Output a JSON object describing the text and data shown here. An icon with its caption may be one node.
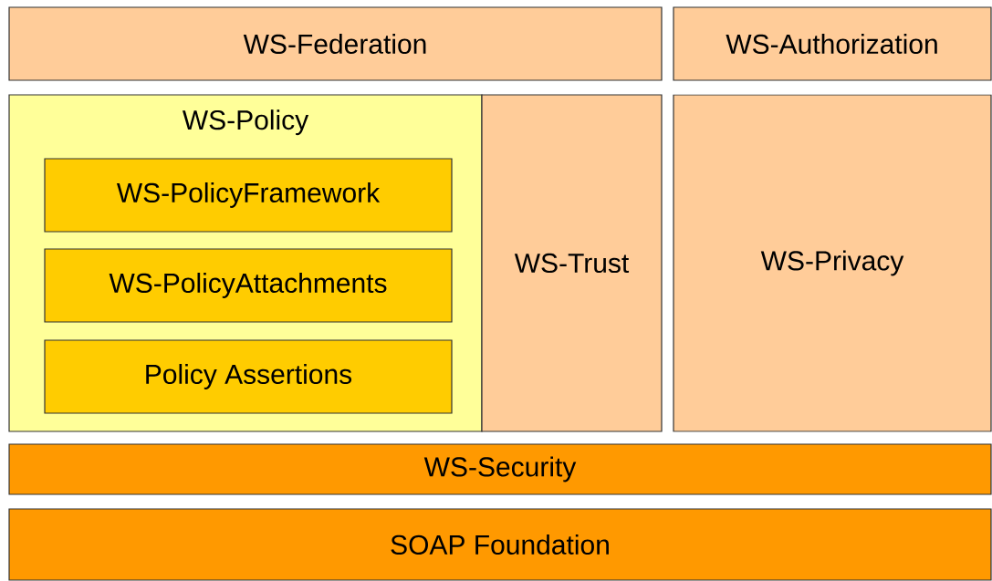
{
  "diagram": {
    "nodes": [
      {
        "text": [
          "WS-Federation"
        ]
      },
      {
        "text": [
          "WS-Authorization"
        ]
      },
      {
        "text": [
          "WS-Policy"
        ]
      },
      {
        "text": [
          "WS-PolicyFramework"
        ],
        "in": 2
      },
      {
        "text": [
          "WS-PolicyAttachments"
        ],
        "in": 2
      },
      {
        "text": [
          "Policy Assertions"
        ],
        "in": 2
      },
      {
        "text": [
          "WS-Trust"
        ]
      },
      {
        "text": [
          "WS-Privacy"
        ]
      },
      {
        "text": [
          "WS-Security"
        ]
      },
      {
        "text": [
          "SOAP Foundation"
        ]
      }
    ]
  }
}
